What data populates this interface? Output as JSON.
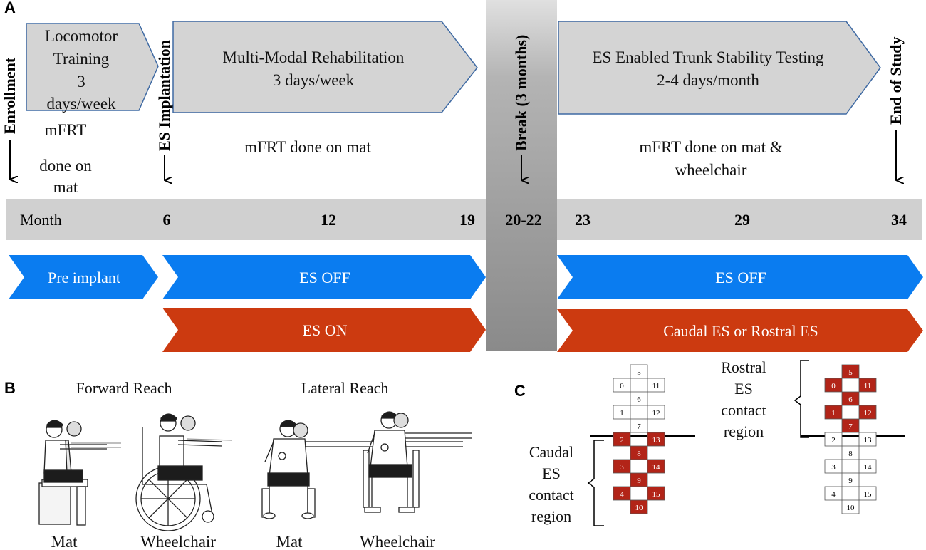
{
  "panels": {
    "a": "A",
    "b": "B",
    "c": "C"
  },
  "colors": {
    "stage_fill": "#d4d4d4",
    "stage_stroke": "#3f6aa3",
    "timeline_fill": "#d0d0d0",
    "break_fill": "#8c8c8c",
    "es_off": "#0a7cf0",
    "es_on": "#cc3a10",
    "active_contact": "#b22418"
  },
  "milestones": {
    "enrollment": "Enrollment",
    "implantation": "ES Implantation",
    "break": "Break (3 months)",
    "end": "End of Study"
  },
  "stages": {
    "locomotor": {
      "line1": "Locomotor",
      "line2": "Training",
      "line3": "3",
      "line4": "days/week"
    },
    "multimodal": {
      "line1": "Multi-Modal Rehabilitation",
      "line2": "3 days/week"
    },
    "trunk": {
      "line1": "ES Enabled Trunk Stability Testing",
      "line2": "2-4 days/month"
    }
  },
  "notes": {
    "pre": {
      "line1": "mFRT",
      "line2": "done on",
      "line3": "mat"
    },
    "mid": "mFRT done on mat",
    "post": {
      "line1": "mFRT done on mat &",
      "line2": "wheelchair"
    }
  },
  "timeline": {
    "label": "Month",
    "ticks": [
      "6",
      "12",
      "19",
      "20-22",
      "23",
      "29",
      "34"
    ]
  },
  "bars": {
    "pre_implant": "Pre implant",
    "es_off_1": "ES OFF",
    "es_off_2": "ES OFF",
    "es_on": "ES ON",
    "caudal_rostral": "Caudal ES or Rostral ES"
  },
  "panel_b": {
    "forward_title": "Forward Reach",
    "lateral_title": "Lateral Reach",
    "captions": [
      "Mat",
      "Wheelchair",
      "Mat",
      "Wheelchair"
    ]
  },
  "panel_c": {
    "electrode_numbers": [
      "0",
      "1",
      "2",
      "3",
      "4",
      "5",
      "6",
      "7",
      "8",
      "9",
      "10",
      "11",
      "12",
      "13",
      "14",
      "15"
    ],
    "caudal_region": {
      "line1": "Caudal",
      "line2": "ES",
      "line3": "contact",
      "line4": "region"
    },
    "rostral_region": {
      "line1": "Rostral",
      "line2": "ES",
      "line3": "contact",
      "line4": "region"
    },
    "caudal_active": [
      "2",
      "13",
      "8",
      "3",
      "14",
      "9",
      "4",
      "15",
      "10"
    ],
    "rostral_active": [
      "5",
      "0",
      "11",
      "6",
      "1",
      "12",
      "7"
    ]
  }
}
